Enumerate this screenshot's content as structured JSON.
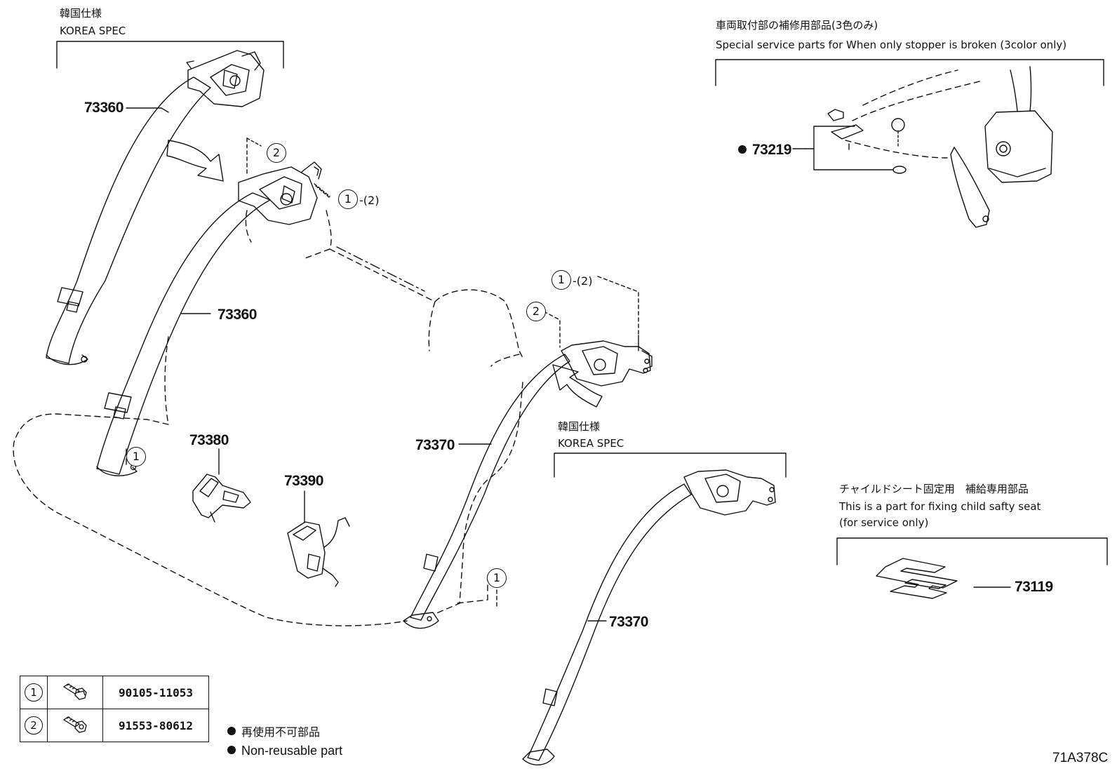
{
  "top_left_spec": {
    "ja": "韓国仕様",
    "en": "KOREA SPEC"
  },
  "mid_spec": {
    "ja": "韓国仕様",
    "en": "KOREA SPEC"
  },
  "service_box": {
    "ja": "車両取付部の補修用部品(3色のみ)",
    "en": "Special service parts for When only stopper is broken (3color only)",
    "part": "73219"
  },
  "child_seat_box": {
    "ja": "チャイルドシート固定用　補給専用部品",
    "en1": "This is a part for fixing child safty seat",
    "en2": "(for service only)",
    "part": "73119"
  },
  "parts": {
    "p73360_a": "73360",
    "p73360_b": "73360",
    "p73380": "73380",
    "p73390": "73390",
    "p73370_a": "73370",
    "p73370_b": "73370"
  },
  "callouts": {
    "one": "1",
    "two": "2",
    "one_paren": "-(2)"
  },
  "legend": {
    "rows": [
      {
        "num": "1",
        "part": "90105-11053"
      },
      {
        "num": "2",
        "part": "91553-80612"
      }
    ],
    "note_ja": "再使用不可部品",
    "note_en": "Non-reusable part"
  },
  "diagram_id": "71A378C"
}
